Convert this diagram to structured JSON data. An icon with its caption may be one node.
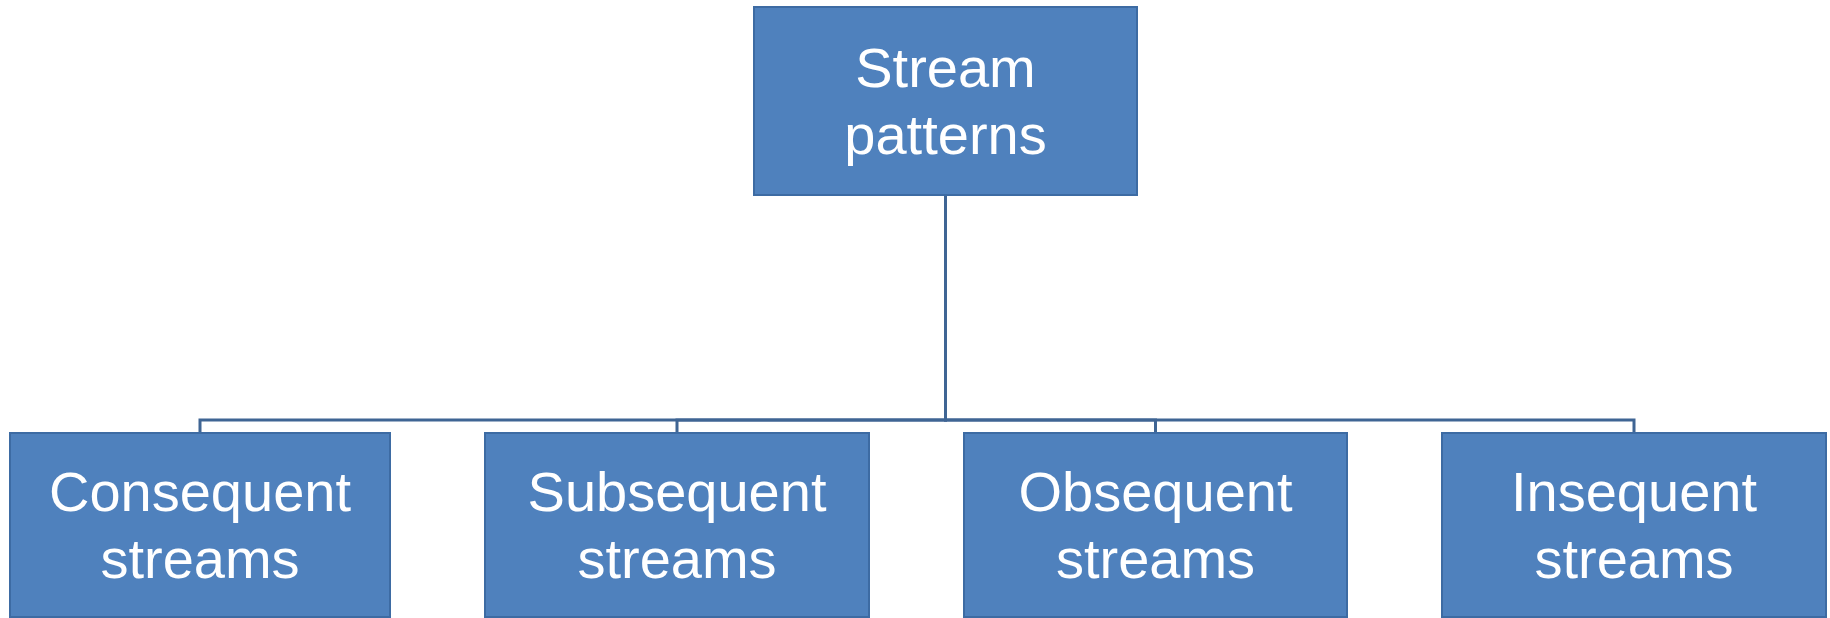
{
  "diagram": {
    "nodes": [
      {
        "text": [
          "Stream patterns"
        ]
      },
      {
        "text": [
          "Consequent streams"
        ]
      },
      {
        "text": [
          "Subsequent streams"
        ]
      },
      {
        "text": [
          "Obsequent streams"
        ]
      },
      {
        "text": [
          "Insequent streams"
        ]
      }
    ],
    "edges": [
      {
        "from": 0,
        "to": 1,
        "arrow": "none"
      },
      {
        "from": 0,
        "to": 2,
        "arrow": "none"
      },
      {
        "from": 0,
        "to": 3,
        "arrow": "none"
      },
      {
        "from": 0,
        "to": 4,
        "arrow": "none"
      }
    ]
  }
}
